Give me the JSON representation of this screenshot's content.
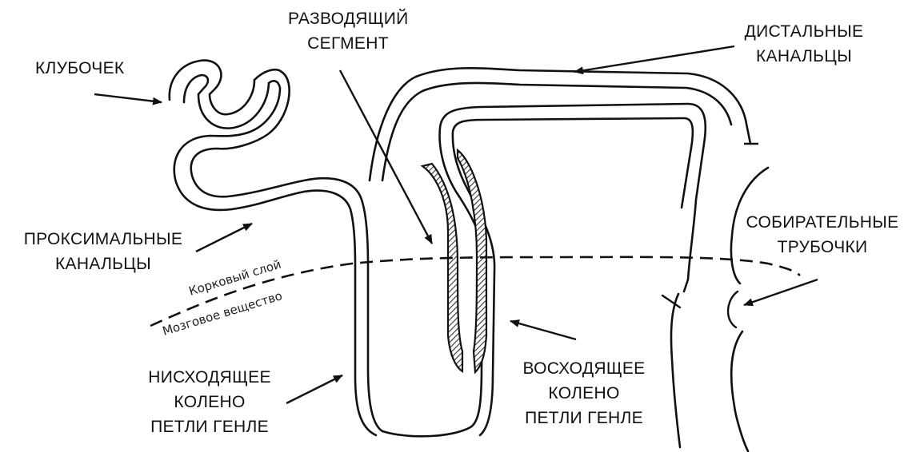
{
  "labels": {
    "glomerulus": [
      "КЛУБОЧЕК"
    ],
    "efferent_segment": [
      "РАЗВОДЯЩИЙ",
      "СЕГМЕНТ"
    ],
    "distal_tubules": [
      "ДИСТАЛЬНЫЕ",
      "КАНАЛЬЦЫ"
    ],
    "proximal_tubules": [
      "ПРОКСИМАЛЬНЫЕ",
      "КАНАЛЬЦЫ"
    ],
    "collecting_ducts": [
      "СОБИРАТЕЛЬНЫЕ",
      "ТРУБОЧКИ"
    ],
    "descending_limb": [
      "НИСХОДЯЩЕЕ",
      "КОЛЕНО",
      "ПЕТЛИ ГЕНЛЕ"
    ],
    "ascending_limb": [
      "ВОСХОДЯЩЕЕ",
      "КОЛЕНО",
      "ПЕТЛИ ГЕНЛЕ"
    ]
  },
  "zones": {
    "cortex": "Корковый слой",
    "medulla": "Мозговое вещество"
  },
  "colors": {
    "line": "#111111",
    "hatch": "#333333",
    "text": "#111111"
  }
}
